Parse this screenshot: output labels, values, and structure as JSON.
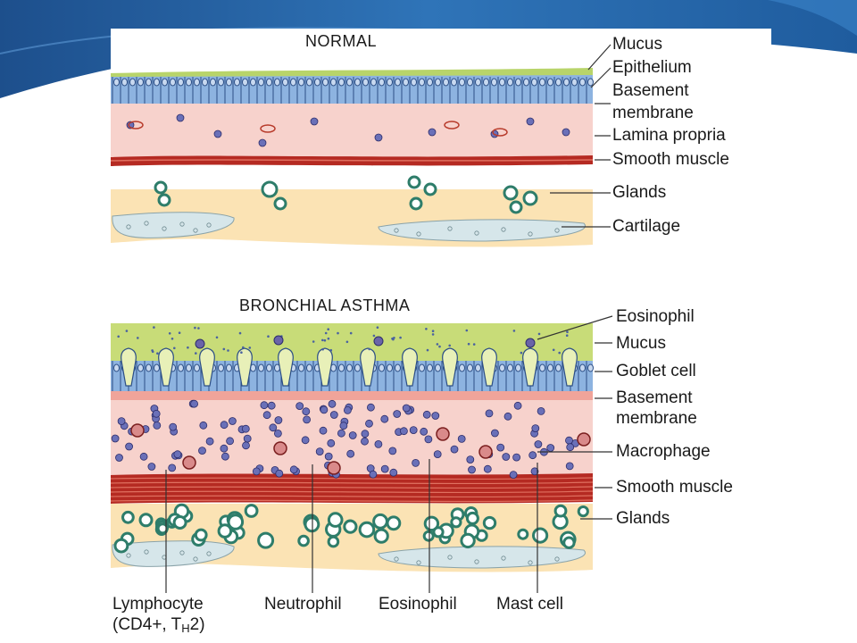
{
  "normal": {
    "title": "NORMAL",
    "labels": {
      "mucus": "Mucus",
      "epithelium": "Epithelium",
      "basement1": "Basement",
      "basement2": "membrane",
      "lamina": "Lamina propria",
      "smooth": "Smooth muscle",
      "glands": "Glands",
      "cartilage": "Cartilage"
    }
  },
  "asthma": {
    "title": "BRONCHIAL ASTHMA",
    "labels": {
      "eosinophil": "Eosinophil",
      "mucus": "Mucus",
      "goblet": "Goblet cell",
      "basement1": "Basement",
      "basement2": "membrane",
      "macrophage": "Macrophage",
      "smooth": "Smooth muscle",
      "glands": "Glands"
    },
    "bottom_labels": {
      "lymph1": "Lymphocyte",
      "lymph2_pre": "(CD4+, T",
      "lymph2_sub": "H",
      "lymph2_post": "2)",
      "neutrophil": "Neutrophil",
      "eosinophil": "Eosinophil",
      "mast": "Mast cell"
    }
  },
  "colors": {
    "banner": "#2f6fb0",
    "epithelium": "#8db3e0",
    "mucus": "#c8dc78",
    "lamina": "#f7d2cc",
    "muscle": "#c0392b",
    "submucosa": "#fbe3b4",
    "cartilage": "#d6e6ea",
    "gland": "#2e7d6a",
    "cell": "#5a5fa8"
  }
}
